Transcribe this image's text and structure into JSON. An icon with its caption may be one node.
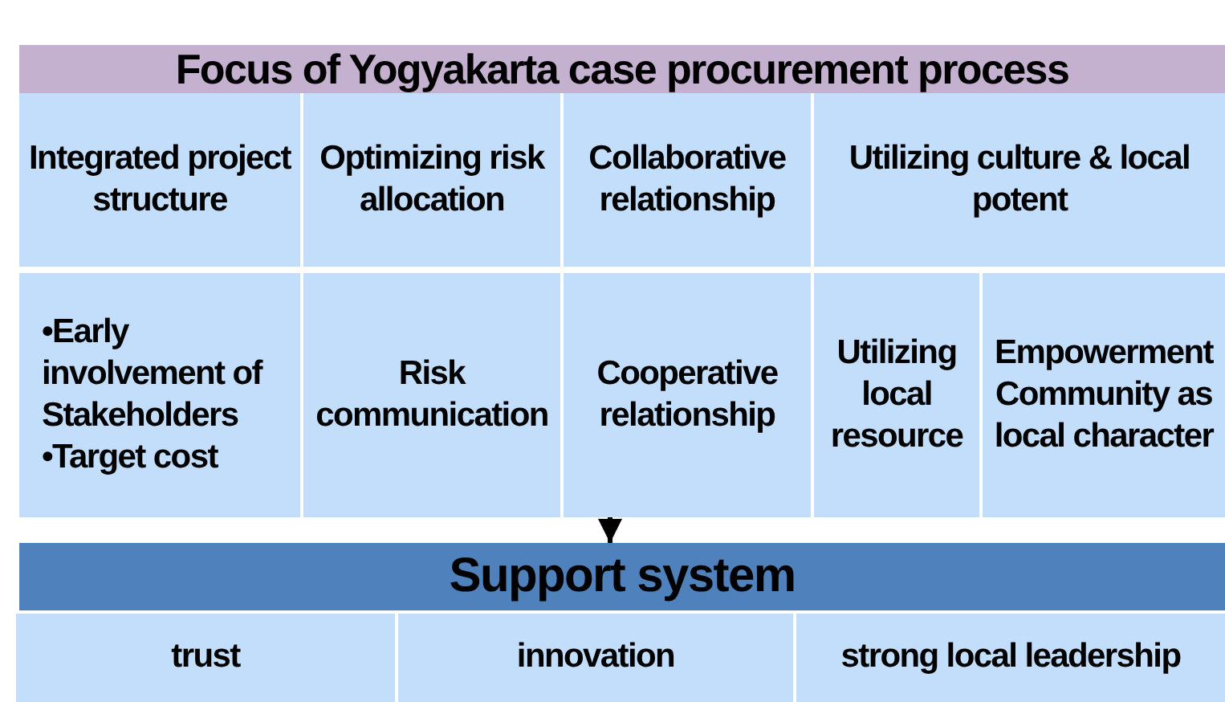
{
  "diagram": {
    "nodes": [
      {
        "text": [
          "Focus of Yogyakarta case procurement process"
        ]
      },
      {
        "text": [
          "Integrated project structure"
        ]
      },
      {
        "text": [
          "Optimizing risk allocation"
        ]
      },
      {
        "text": [
          "Collaborative relationship"
        ]
      },
      {
        "text": [
          "Utilizing culture & local potent"
        ]
      },
      {
        "text": [
          "•Early involvement of Stakeholders",
          "•Target cost"
        ]
      },
      {
        "text": [
          "Risk communication"
        ]
      },
      {
        "text": [
          "Cooperative relationship"
        ]
      },
      {
        "text": [
          "Utilizing local resource"
        ]
      },
      {
        "text": [
          "Empowerment Community as local character"
        ]
      },
      {
        "text": [
          "Support system"
        ]
      },
      {
        "text": [
          "trust"
        ]
      },
      {
        "text": [
          "innovation"
        ]
      },
      {
        "text": [
          "strong local leadership"
        ]
      }
    ],
    "edges": [
      {
        "from": 7,
        "to": 10,
        "arrow": "to"
      }
    ]
  }
}
